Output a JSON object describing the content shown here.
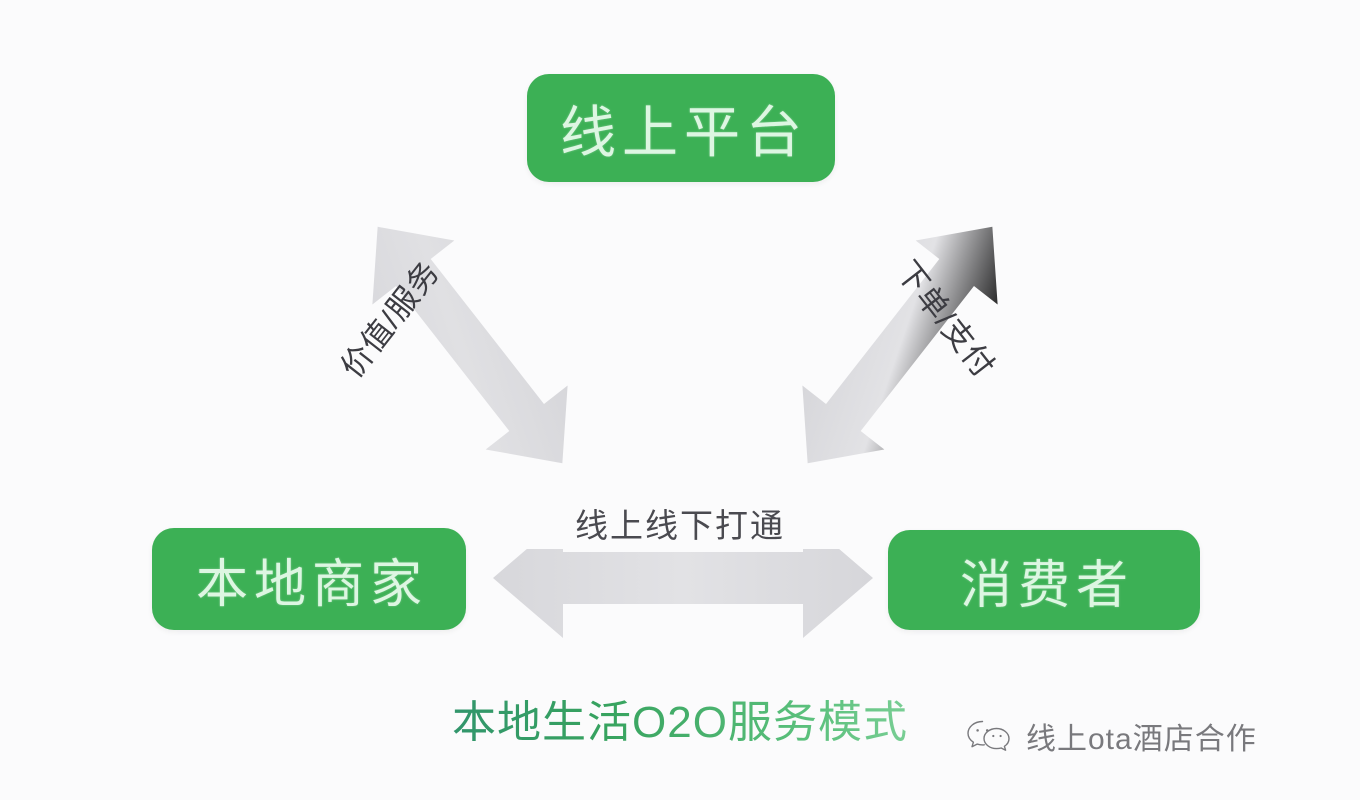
{
  "diagram": {
    "caption": "本地生活O2O服务模式",
    "background_color": "#fbfbfc",
    "node_color": "#3cb055",
    "node_text_color": "#ddf6e2",
    "arrow_color": "#dcdcdf",
    "nodes": [
      {
        "id": "platform",
        "label": "线上平台"
      },
      {
        "id": "merchant",
        "label": "本地商家"
      },
      {
        "id": "consumer",
        "label": "消费者"
      }
    ],
    "edges": [
      {
        "id": "left",
        "label": "价值/服务",
        "from": "merchant",
        "to": "platform",
        "style": "double-headed"
      },
      {
        "id": "right",
        "label": "下单/支付",
        "from": "platform",
        "to": "consumer",
        "style": "double-headed"
      },
      {
        "id": "bottom",
        "label": "线上线下打通",
        "from": "merchant",
        "to": "consumer",
        "style": "double-headed"
      }
    ]
  },
  "watermark": {
    "icon": "wechat-icon",
    "text": "线上ota酒店合作"
  }
}
